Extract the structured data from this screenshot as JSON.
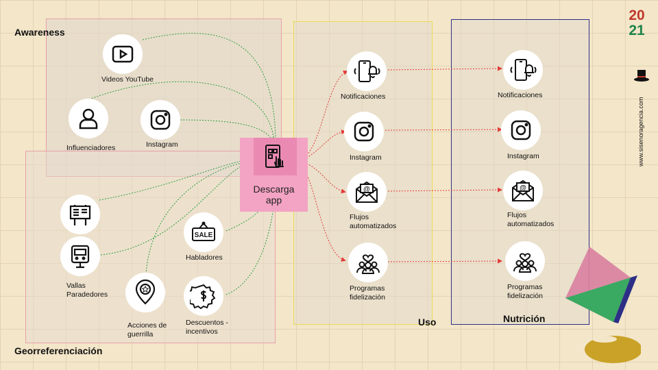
{
  "regions": {
    "awareness": "Awareness",
    "georreferenciacion": "Georreferenciación",
    "uso": "Uso",
    "nutricion": "Nutrición"
  },
  "center": {
    "label": "Descarga\napp",
    "icon": "tap-phone-icon"
  },
  "nodes": {
    "videos_youtube": {
      "label": "Videos YouTube",
      "icon": "youtube-icon"
    },
    "influenciadores": {
      "label": "Influenciadores",
      "icon": "person-icon"
    },
    "instagram_aw": {
      "label": "Instagram",
      "icon": "instagram-icon"
    },
    "vallas": {
      "label": "Vallas\nParadedores",
      "icon": "billboard-icon"
    },
    "habladores": {
      "label": "Habladores",
      "icon": "sale-sign-icon"
    },
    "acciones": {
      "label": "Acciones de\nguerrilla",
      "icon": "location-pin-icon"
    },
    "descuentos": {
      "label": "Descuentos -\nincentivos",
      "icon": "discount-badge-icon"
    },
    "uso_notificaciones": {
      "label": "Notificaciones",
      "icon": "phone-notification-icon"
    },
    "uso_instagram": {
      "label": "Instagram",
      "icon": "instagram-icon"
    },
    "uso_flujos": {
      "label": "Flujos\nautomatizados",
      "icon": "email-icon"
    },
    "uso_programas": {
      "label": "Programas\nfidelización",
      "icon": "community-heart-icon"
    },
    "nut_notificaciones": {
      "label": "Notificaciones",
      "icon": "phone-notification-icon"
    },
    "nut_instagram": {
      "label": "Instagram",
      "icon": "instagram-icon"
    },
    "nut_flujos": {
      "label": "Flujos\nautomatizados",
      "icon": "email-icon"
    },
    "nut_programas": {
      "label": "Programas\nfidelización",
      "icon": "community-heart-icon"
    }
  },
  "logo": {
    "year_top": "20",
    "year_bottom": "21",
    "site": "www.sisenoragencia.com",
    "hat_icon": "top-hat-icon"
  },
  "colors": {
    "awareness_edges": "#2a9d3c",
    "uso_edges": "#e23b3b",
    "center_fill": "#f3a3c3"
  }
}
